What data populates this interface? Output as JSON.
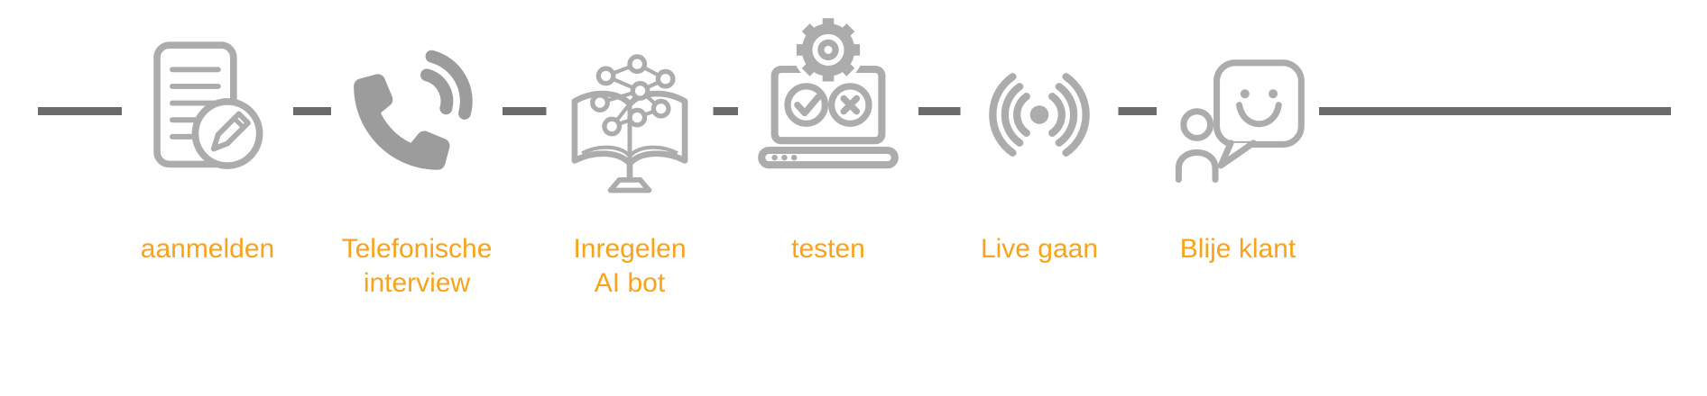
{
  "colors": {
    "accent": "#F9A21B",
    "icon_stroke": "#ACACAC",
    "icon_fill": "#9C9C9C",
    "line": "#6B6B6B",
    "background": "#FFFFFF"
  },
  "diagram": {
    "type": "process-timeline",
    "steps": [
      {
        "line1": "aanmelden",
        "line2": "",
        "icon": "signup-document-icon"
      },
      {
        "line1": "Telefonische",
        "line2": "interview",
        "icon": "phone-interview-icon"
      },
      {
        "line1": "Inregelen",
        "line2": "AI bot",
        "icon": "ai-knowledge-book-icon"
      },
      {
        "line1": "testen",
        "line2": "",
        "icon": "laptop-testing-icon"
      },
      {
        "line1": "Live gaan",
        "line2": "",
        "icon": "broadcast-live-icon"
      },
      {
        "line1": "Blije klant",
        "line2": "",
        "icon": "happy-customer-icon"
      }
    ]
  }
}
